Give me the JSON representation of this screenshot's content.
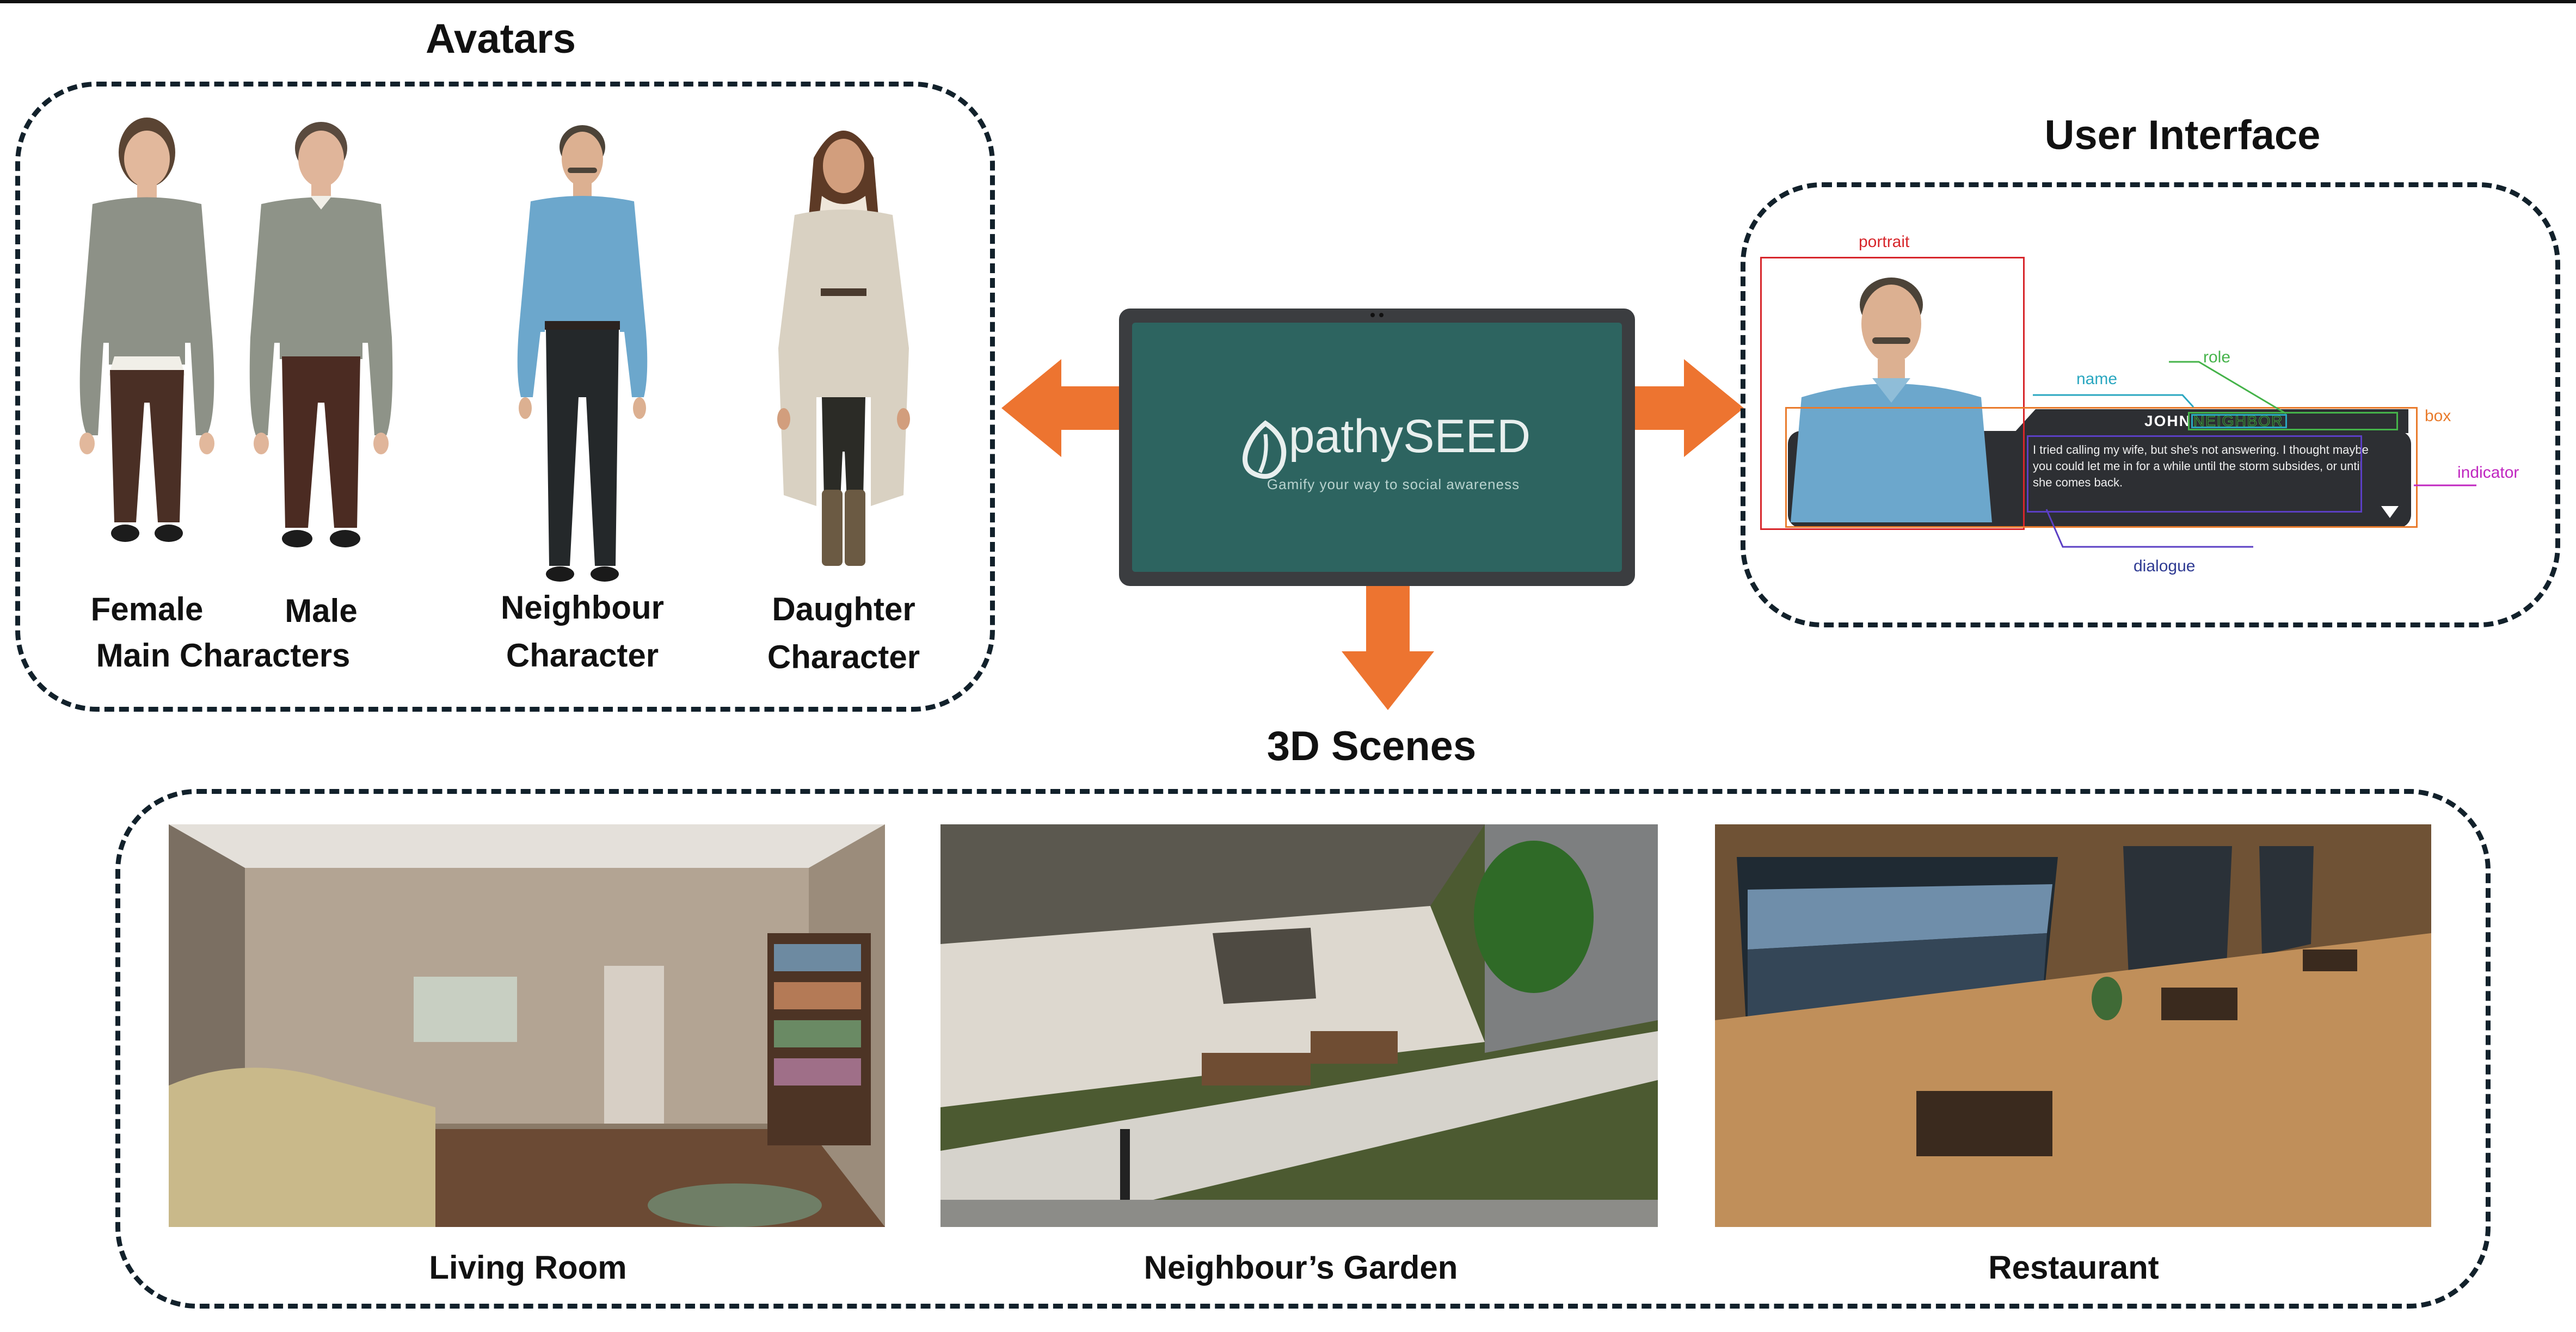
{
  "sections": {
    "avatars_title": "Avatars",
    "ui_title": "User Interface",
    "scenes_title": "3D Scenes"
  },
  "avatars": {
    "female": "Female",
    "male": "Male",
    "main_characters": "Main Characters",
    "neighbour_line1": "Neighbour",
    "neighbour_line2": "Character",
    "daughter_line1": "Daughter",
    "daughter_line2": "Character"
  },
  "tablet": {
    "logo": "pathySEED",
    "tagline": "Gamify your way to social awareness"
  },
  "ui": {
    "portrait": "portrait",
    "role_label": "role",
    "name_label": "name",
    "box_label": "box",
    "indicator_label": "indicator",
    "dialogue_label": "dialogue",
    "character_name": "JOHN",
    "character_role": "NEIGHBOR",
    "dialogue_text": "I tried calling my wife, but she's not answering. I thought maybe you could let me in for a while until the storm subsides, or until she comes back."
  },
  "scenes": {
    "living_room": "Living Room",
    "garden": "Neighbour’s Garden",
    "restaurant": "Restaurant"
  },
  "colors": {
    "arrow": "#ed7430",
    "dash_border": "#12212b",
    "portrait_box": "#d7262b",
    "name_line": "#2aa7c0",
    "role_line": "#45b34a",
    "box_outline": "#e97b2c",
    "indicator_line": "#c026c0",
    "dialogue_line": "#5b3fc4",
    "tablet_screen": "#2d6460"
  }
}
